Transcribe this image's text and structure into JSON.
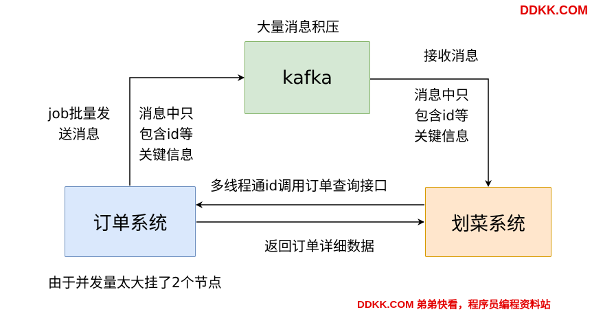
{
  "nodes": {
    "kafka": {
      "label": "kafka",
      "fill": "#d5e8d4",
      "stroke": "#82b366"
    },
    "order": {
      "label": "订单系统",
      "fill": "#dae8fc",
      "stroke": "#6c8ebf"
    },
    "dish": {
      "label": "划菜系统",
      "fill": "#ffe6cc",
      "stroke": "#d79b00"
    }
  },
  "labels": {
    "backlog": "大量消息积压",
    "receive": "接收消息",
    "right_note": [
      "消息中只",
      "包含id等",
      "关键信息"
    ],
    "left_note": [
      "消息中只",
      "包含id等",
      "关键信息"
    ],
    "job_send": [
      "job批量发",
      "送消息"
    ],
    "multithread": "多线程通id调用订单查询接口",
    "return_detail": "返回订单详细数据",
    "crash_note": "由于并发量太大挂了2个节点"
  },
  "watermark": {
    "top": "DDKK.COM",
    "bottom": "DDKK.COM 弟弟快看，程序员编程资料站",
    "color": "#e30000"
  }
}
